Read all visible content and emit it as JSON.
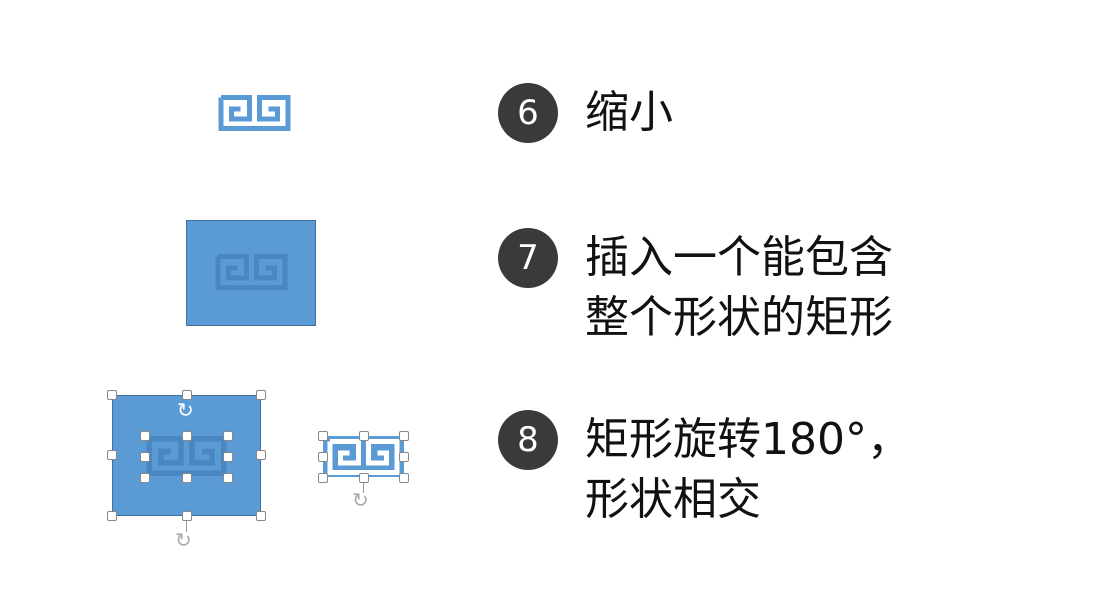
{
  "steps": [
    {
      "num": "6",
      "lines": [
        "缩小"
      ]
    },
    {
      "num": "7",
      "lines": [
        "插入一个能包含",
        "整个形状的矩形"
      ]
    },
    {
      "num": "8",
      "lines": [
        "矩形旋转180°，",
        "形状相交"
      ]
    }
  ],
  "colors": {
    "shape": "#5b9bd5",
    "border": "#41719c",
    "badge": "#3a3a3a"
  },
  "icons": {
    "rotate": "↻"
  }
}
